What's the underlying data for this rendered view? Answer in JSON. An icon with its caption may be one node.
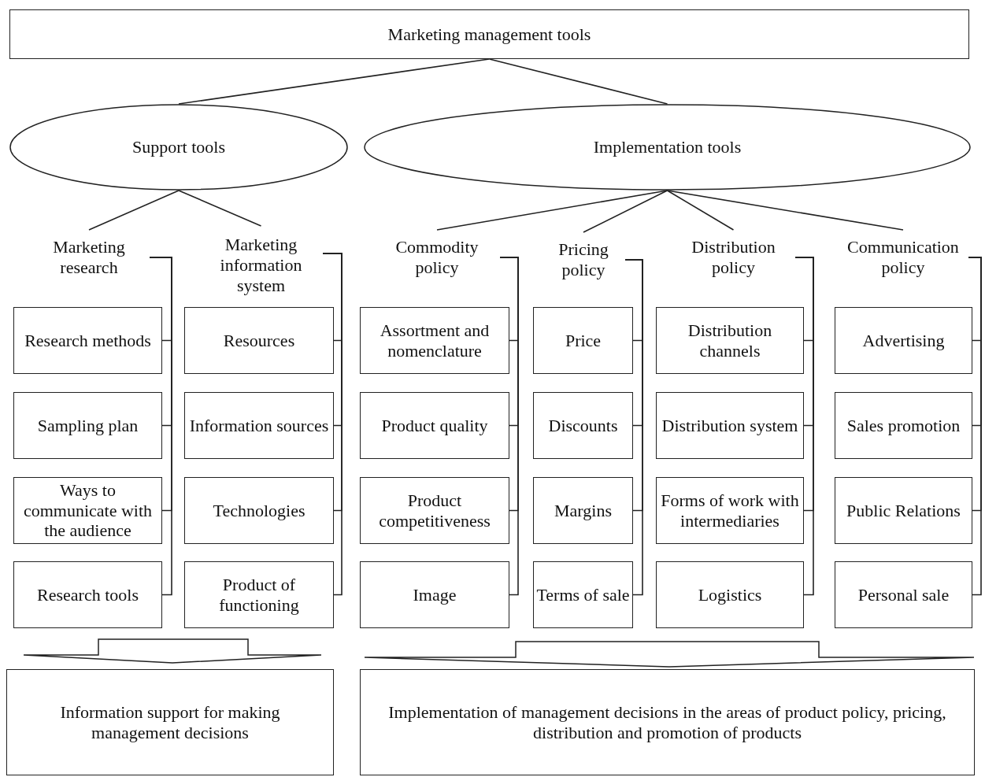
{
  "diagram": {
    "nodes": [
      {
        "text": [
          "Marketing management tools"
        ]
      },
      {
        "text": [
          "Support tools"
        ]
      },
      {
        "text": [
          "Implementation tools"
        ]
      },
      {
        "text": [
          "Marketing research"
        ]
      },
      {
        "text": [
          "Marketing information system"
        ]
      },
      {
        "text": [
          "Commodity policy"
        ]
      },
      {
        "text": [
          "Pricing policy"
        ]
      },
      {
        "text": [
          "Distribution policy"
        ]
      },
      {
        "text": [
          "Communication policy"
        ]
      },
      {
        "text": [
          "Research methods"
        ]
      },
      {
        "text": [
          "Sampling plan"
        ]
      },
      {
        "text": [
          "Ways to communicate with the audience"
        ]
      },
      {
        "text": [
          "Research tools"
        ]
      },
      {
        "text": [
          "Resources"
        ]
      },
      {
        "text": [
          "Information sources"
        ]
      },
      {
        "text": [
          "Technologies"
        ]
      },
      {
        "text": [
          "Product of functioning"
        ]
      },
      {
        "text": [
          "Assortment and nomenclature"
        ]
      },
      {
        "text": [
          "Product quality"
        ]
      },
      {
        "text": [
          "Product competitiveness"
        ]
      },
      {
        "text": [
          "Image"
        ]
      },
      {
        "text": [
          "Price"
        ]
      },
      {
        "text": [
          "Discounts"
        ]
      },
      {
        "text": [
          "Margins"
        ]
      },
      {
        "text": [
          "Terms of sale"
        ]
      },
      {
        "text": [
          "Distribution channels"
        ]
      },
      {
        "text": [
          "Distribution system"
        ]
      },
      {
        "text": [
          "Forms of work with intermediaries"
        ]
      },
      {
        "text": [
          "Logistics"
        ]
      },
      {
        "text": [
          "Advertising"
        ]
      },
      {
        "text": [
          "Sales promotion"
        ]
      },
      {
        "text": [
          "Public Relations"
        ]
      },
      {
        "text": [
          "Personal sale"
        ]
      },
      {
        "text": [
          "Information support for making management decisions"
        ]
      },
      {
        "text": [
          "Implementation of management decisions in the areas of product policy, pricing, distribution and promotion of products"
        ]
      }
    ],
    "edges": [
      {
        "from": 0,
        "to": 1,
        "arrow": "none"
      },
      {
        "from": 0,
        "to": 2,
        "arrow": "none"
      },
      {
        "from": 1,
        "to": 3,
        "arrow": "none"
      },
      {
        "from": 1,
        "to": 4,
        "arrow": "none"
      },
      {
        "from": 2,
        "to": 5,
        "arrow": "none"
      },
      {
        "from": 2,
        "to": 6,
        "arrow": "none"
      },
      {
        "from": 2,
        "to": 7,
        "arrow": "none"
      },
      {
        "from": 2,
        "to": 8,
        "arrow": "none"
      },
      {
        "from": 3,
        "to": 9,
        "arrow": "none"
      },
      {
        "from": 3,
        "to": 10,
        "arrow": "none"
      },
      {
        "from": 3,
        "to": 11,
        "arrow": "none"
      },
      {
        "from": 3,
        "to": 12,
        "arrow": "none"
      },
      {
        "from": 4,
        "to": 13,
        "arrow": "none"
      },
      {
        "from": 4,
        "to": 14,
        "arrow": "none"
      },
      {
        "from": 4,
        "to": 15,
        "arrow": "none"
      },
      {
        "from": 4,
        "to": 16,
        "arrow": "none"
      },
      {
        "from": 5,
        "to": 17,
        "arrow": "none"
      },
      {
        "from": 5,
        "to": 18,
        "arrow": "none"
      },
      {
        "from": 5,
        "to": 19,
        "arrow": "none"
      },
      {
        "from": 5,
        "to": 20,
        "arrow": "none"
      },
      {
        "from": 6,
        "to": 21,
        "arrow": "none"
      },
      {
        "from": 6,
        "to": 22,
        "arrow": "none"
      },
      {
        "from": 6,
        "to": 23,
        "arrow": "none"
      },
      {
        "from": 6,
        "to": 24,
        "arrow": "none"
      },
      {
        "from": 7,
        "to": 25,
        "arrow": "none"
      },
      {
        "from": 7,
        "to": 26,
        "arrow": "none"
      },
      {
        "from": 7,
        "to": 27,
        "arrow": "none"
      },
      {
        "from": 7,
        "to": 28,
        "arrow": "none"
      },
      {
        "from": 8,
        "to": 29,
        "arrow": "none"
      },
      {
        "from": 8,
        "to": 30,
        "arrow": "none"
      },
      {
        "from": 8,
        "to": 31,
        "arrow": "none"
      },
      {
        "from": 8,
        "to": 32,
        "arrow": "none"
      },
      {
        "from": null,
        "to": 33,
        "arrow": "to",
        "style": "thick"
      },
      {
        "from": null,
        "to": 34,
        "arrow": "to",
        "style": "thick"
      }
    ]
  }
}
